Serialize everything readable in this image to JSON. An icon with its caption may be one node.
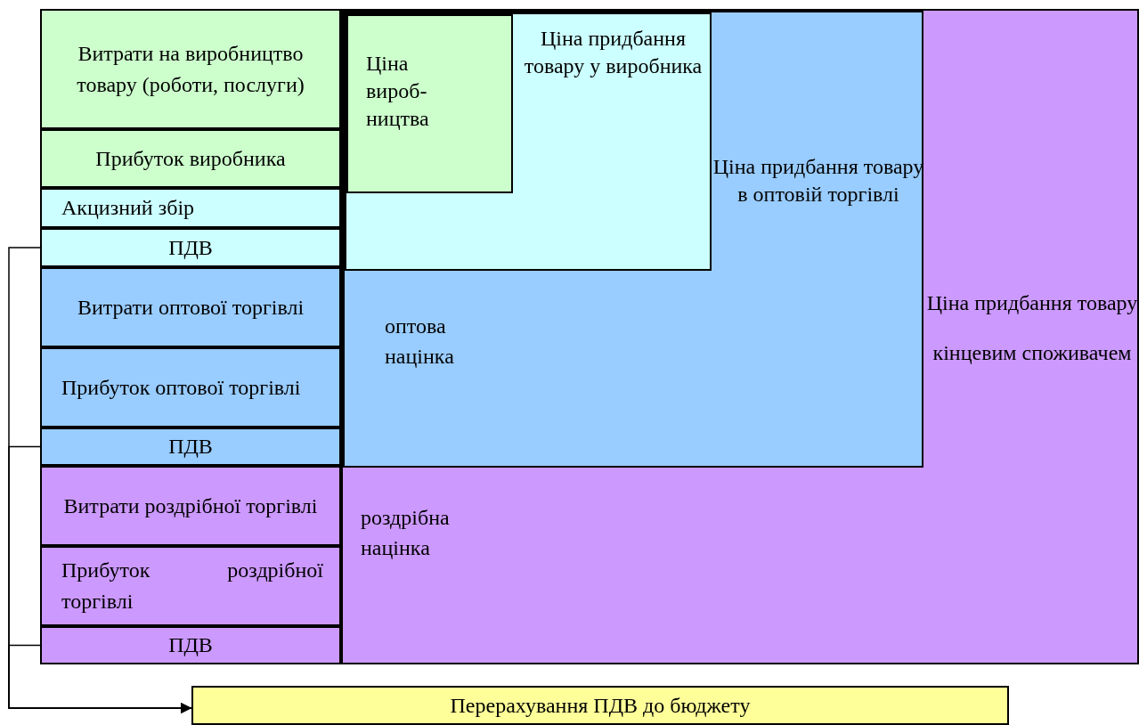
{
  "diagram": {
    "nodes": [
      {
        "text": [
          "Ціна придбання товару кінцевим споживачем"
        ]
      },
      {
        "text": [
          "Ціна придбання товару в оптовій торгівлі"
        ],
        "in": 0
      },
      {
        "text": [
          "Ціна придбання товару у виробника"
        ],
        "in": 1
      },
      {
        "text": [
          "Ціна вироб- ництва"
        ],
        "in": 2
      },
      {
        "text": [
          "Витрати на виробництво товару (роботи, послуги)"
        ]
      },
      {
        "text": [
          "Прибуток виробника"
        ]
      },
      {
        "text": [
          "Акцизний збір"
        ]
      },
      {
        "text": [
          "ПДВ"
        ]
      },
      {
        "text": [
          "Витрати оптової торгівлі"
        ]
      },
      {
        "text": [
          "Прибуток оптової торгівлі"
        ]
      },
      {
        "text": [
          "ПДВ"
        ]
      },
      {
        "text": [
          "Витрати роздрібної торгівлі"
        ]
      },
      {
        "text": [
          "Прибуток роздрібної торгівлі"
        ]
      },
      {
        "text": [
          "ПДВ"
        ]
      },
      {
        "text": [
          "Перерахування ПДВ до бюджету"
        ]
      }
    ],
    "edges": [
      {
        "from": 7,
        "to": 14,
        "arrow": "to"
      },
      {
        "from": 10,
        "to": 14,
        "arrow": "to"
      },
      {
        "from": 13,
        "to": 14,
        "arrow": "to"
      }
    ],
    "labels": [
      "оптова націнка",
      "роздрібна націнка"
    ]
  }
}
